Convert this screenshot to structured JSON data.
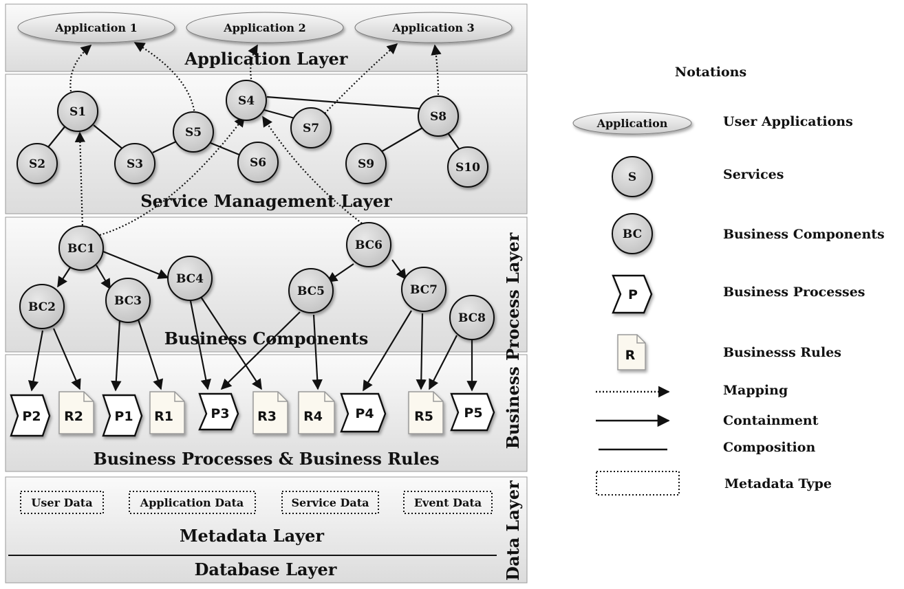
{
  "layers": {
    "application": "Application Layer",
    "service": "Service Management Layer",
    "business_components": "Business Components",
    "processes_rules": "Business Processes & Business Rules",
    "metadata": "Metadata Layer",
    "database": "Database Layer",
    "business_process_vertical": "Business Process Layer",
    "data_vertical": "Data Layer"
  },
  "applications": [
    "Application 1",
    "Application 2",
    "Application 3"
  ],
  "services": [
    "S1",
    "S2",
    "S3",
    "S4",
    "S5",
    "S6",
    "S7",
    "S8",
    "S9",
    "S10"
  ],
  "components": [
    "BC1",
    "BC2",
    "BC3",
    "BC4",
    "BC5",
    "BC6",
    "BC7",
    "BC8"
  ],
  "processes": [
    "P2",
    "P1",
    "P3",
    "P4",
    "P5"
  ],
  "rules": [
    "R2",
    "R1",
    "R3",
    "R4",
    "R5"
  ],
  "metadata_types": [
    "User Data",
    "Application Data",
    "Service Data",
    "Event Data"
  ],
  "legend": {
    "title": "Notations",
    "app_symbol": "Application",
    "service_symbol": "S",
    "bc_symbol": "BC",
    "process_symbol": "P",
    "rule_symbol": "R",
    "items": [
      "User Applications",
      "Services",
      "Business Components",
      "Business Processes",
      "Businesss Rules",
      "Mapping",
      "Containment",
      "Composition",
      "Metadata Type"
    ]
  },
  "colors": {
    "node_fill": "#cfcfcf",
    "band_fill": "#e6e6e6",
    "rule_fill": "#fbf8ef",
    "stroke": "#111111"
  }
}
